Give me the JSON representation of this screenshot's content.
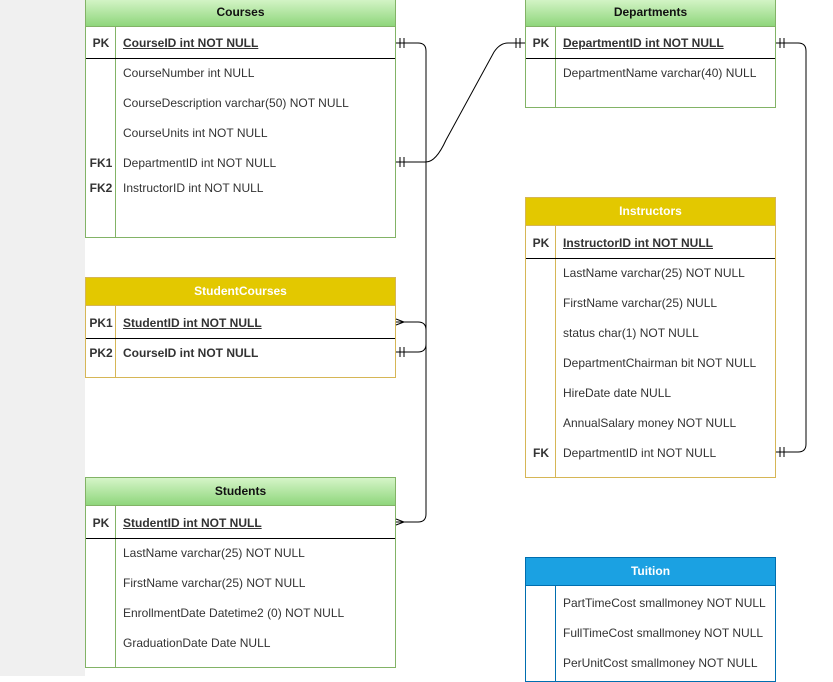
{
  "entities": {
    "courses": {
      "title": "Courses",
      "pk_rows": [
        {
          "key": "PK",
          "field": "CourseID int NOT NULL"
        }
      ],
      "rows": [
        {
          "key": "",
          "field": "CourseNumber int NULL"
        },
        {
          "key": "",
          "field": "CourseDescription varchar(50) NOT NULL"
        },
        {
          "key": "",
          "field": "CourseUnits int NOT NULL"
        },
        {
          "key": "FK1",
          "field": "DepartmentID int NOT NULL"
        },
        {
          "key": "FK2",
          "field": "InstructorID int NOT NULL"
        }
      ]
    },
    "departments": {
      "title": "Departments",
      "pk_rows": [
        {
          "key": "PK",
          "field": "DepartmentID int NOT NULL"
        }
      ],
      "rows": [
        {
          "key": "",
          "field": "DepartmentName varchar(40) NULL"
        }
      ]
    },
    "student_courses": {
      "title": "StudentCourses",
      "pk_rows": [
        {
          "key": "PK1",
          "field": "StudentID int NOT NULL"
        },
        {
          "key": "PK2",
          "field": "CourseID int NOT NULL"
        }
      ]
    },
    "instructors": {
      "title": "Instructors",
      "pk_rows": [
        {
          "key": "PK",
          "field": "InstructorID int NOT NULL"
        }
      ],
      "rows": [
        {
          "key": "",
          "field": "LastName varchar(25) NOT NULL"
        },
        {
          "key": "",
          "field": "FirstName varchar(25) NULL"
        },
        {
          "key": "",
          "field": "status char(1) NOT NULL"
        },
        {
          "key": "",
          "field": "DepartmentChairman bit NOT NULL"
        },
        {
          "key": "",
          "field": "HireDate date NULL"
        },
        {
          "key": "",
          "field": "AnnualSalary money NOT NULL"
        },
        {
          "key": "FK",
          "field": "DepartmentID int NOT NULL"
        }
      ]
    },
    "students": {
      "title": "Students",
      "pk_rows": [
        {
          "key": "PK",
          "field": "StudentID int NOT NULL"
        }
      ],
      "rows": [
        {
          "key": "",
          "field": "LastName varchar(25) NOT NULL"
        },
        {
          "key": "",
          "field": "FirstName varchar(25) NOT NULL"
        },
        {
          "key": "",
          "field": "EnrollmentDate Datetime2 (0) NOT NULL"
        },
        {
          "key": "",
          "field": "GraduationDate Date NULL"
        }
      ]
    },
    "tuition": {
      "title": "Tuition",
      "rows": [
        {
          "key": "",
          "field": "PartTimeCost smallmoney NOT NULL"
        },
        {
          "key": "",
          "field": "FullTimeCost smallmoney NOT NULL"
        },
        {
          "key": "",
          "field": "PerUnitCost smallmoney NOT NULL"
        }
      ]
    }
  },
  "colors": {
    "green_border": "#82b366",
    "yellow_header": "#e3c800",
    "blue_header": "#1ba1e2",
    "connector": "#000000"
  },
  "relationships": [
    {
      "from": "Courses.CourseID",
      "to": "StudentCourses.CourseID",
      "notation": "one-to-one"
    },
    {
      "from": "Courses.DepartmentID",
      "to": "Departments.DepartmentID",
      "notation": "one-to-one"
    },
    {
      "from": "Students.StudentID",
      "to": "StudentCourses.StudentID",
      "notation": "many-to-many"
    },
    {
      "from": "Instructors.DepartmentID",
      "to": "Departments.DepartmentID",
      "notation": "one-to-one"
    }
  ]
}
